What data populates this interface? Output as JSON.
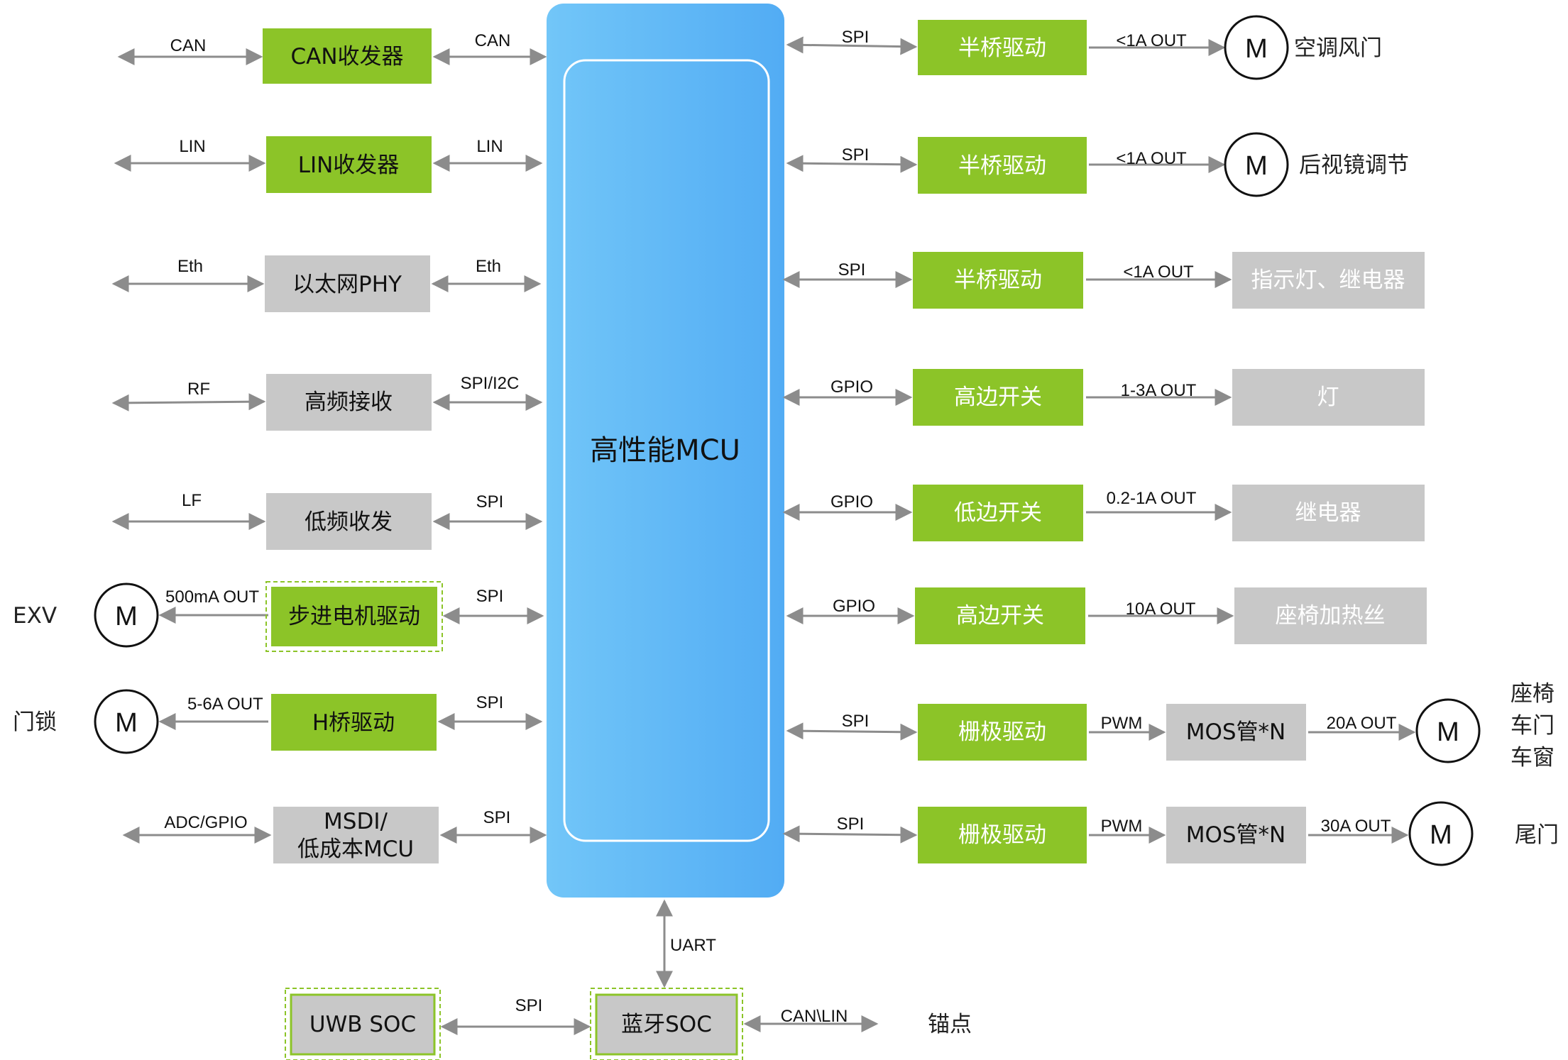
{
  "colors": {
    "driver_green": "#8cc428",
    "peripheral_gray": "#c8c8c8",
    "mcu_blue_light": "#72c6f8",
    "mcu_blue_dark": "#52acf4",
    "arrow_gray": "#8c8c8c",
    "dashed_border": "#8cc428"
  },
  "mcu": {
    "label": "高性能MCU"
  },
  "left": {
    "can": {
      "outer": "CAN",
      "box": "CAN收发器",
      "inner": "CAN"
    },
    "lin": {
      "outer": "LIN",
      "box": "LIN收发器",
      "inner": "LIN"
    },
    "eth": {
      "outer": "Eth",
      "box": "以太网PHY",
      "inner": "Eth"
    },
    "rf": {
      "outer": "RF",
      "box": "高频接收",
      "inner": "SPI/I2C"
    },
    "lf": {
      "outer": "LF",
      "box": "低频收发",
      "inner": "SPI"
    },
    "stepper": {
      "target": "EXV",
      "motor": "M",
      "outer": "500mA  OUT",
      "box": "步进电机驱动",
      "inner": "SPI"
    },
    "hbridge": {
      "target": "门锁",
      "motor": "M",
      "outer": "5-6A OUT",
      "box": "H桥驱动",
      "inner": "SPI"
    },
    "msdi": {
      "outer": "ADC/GPIO",
      "box_line1": "MSDI/",
      "box_line2": "低成本MCU",
      "inner": "SPI"
    }
  },
  "right": {
    "r1": {
      "bus": "SPI",
      "driver": "半桥驱动",
      "out": "<1A OUT",
      "motor": "M",
      "target": "空调风门"
    },
    "r2": {
      "bus": "SPI",
      "driver": "半桥驱动",
      "out": "<1A OUT",
      "motor": "M",
      "target": "后视镜调节"
    },
    "r3": {
      "bus": "SPI",
      "driver": "半桥驱动",
      "out": "<1A OUT",
      "load": "指示灯、继电器"
    },
    "r4": {
      "bus": "GPIO",
      "driver": "高边开关",
      "out": "1-3A OUT",
      "load": "灯"
    },
    "r5": {
      "bus": "GPIO",
      "driver": "低边开关",
      "out": "0.2-1A OUT",
      "load": "继电器"
    },
    "r6": {
      "bus": "GPIO",
      "driver": "高边开关",
      "out": "10A OUT",
      "load": "座椅加热丝"
    },
    "r7": {
      "bus": "SPI",
      "driver": "栅极驱动",
      "pwm": "PWM",
      "mos": "MOS管*N",
      "out": "20A OUT",
      "motor": "M",
      "target_lines": [
        "座椅",
        "车门",
        "车窗"
      ]
    },
    "r8": {
      "bus": "SPI",
      "driver": "栅极驱动",
      "pwm": "PWM",
      "mos": "MOS管*N",
      "out": "30A OUT",
      "motor": "M",
      "target": "尾门"
    }
  },
  "bottom": {
    "uart": "UART",
    "uwb": "UWB SOC",
    "spi": "SPI",
    "bt": "蓝牙SOC",
    "bus": "CAN\\LIN",
    "anchor": "锚点"
  }
}
